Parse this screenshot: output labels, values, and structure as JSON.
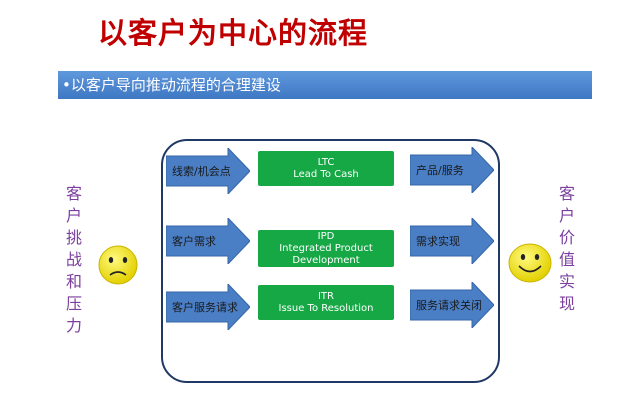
{
  "title": "以客户为中心的流程",
  "subtitle": "•以客户导向推动流程的合理建设",
  "left_text": "客\n户\n挑\n战\n和\n压\n力",
  "right_text": "客\n户\n价\n值\n实\n现",
  "input_arrows": [
    "线索/机会点",
    "客户需求",
    "客户服务请求"
  ],
  "processes": [
    {
      "abbr": "LTC",
      "name": "Lead To Cash"
    },
    {
      "abbr": "IPD",
      "name": "Integrated Product Development"
    },
    {
      "abbr": "ITR",
      "name": "Issue  To  Resolution"
    }
  ],
  "output_arrows": [
    "产品/服务",
    "需求实现",
    "服务请求关闭"
  ],
  "left_face": "worried-face-icon",
  "right_face": "smiley-face-icon",
  "colors": {
    "title": "#c00000",
    "banner": "#4f86cf",
    "arrow": "#4a7ec5",
    "process": "#17a846",
    "side_text": "#7b3f9e",
    "face": "#f5e400"
  }
}
